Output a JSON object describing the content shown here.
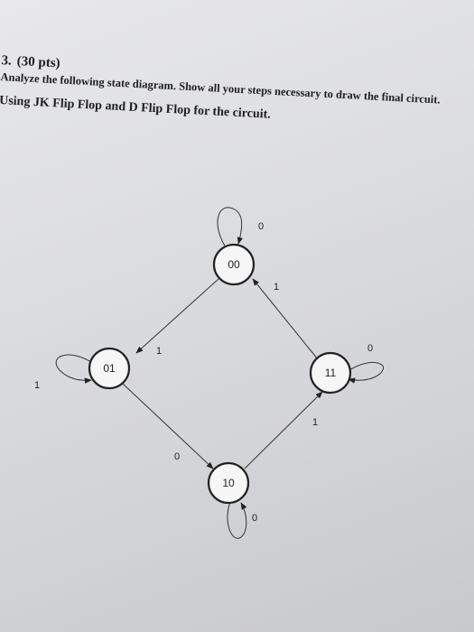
{
  "question": {
    "number": "3.",
    "points": "(30 pts)",
    "line1": "Analyze the following state diagram. Show all your steps necessary to draw the final circuit.",
    "line2": "Using JK Flip Flop and D Flip Flop for the circuit."
  },
  "diagram": {
    "states": [
      {
        "id": "s00",
        "label": "00"
      },
      {
        "id": "s01",
        "label": "01"
      },
      {
        "id": "s10",
        "label": "10"
      },
      {
        "id": "s11",
        "label": "11"
      }
    ],
    "transitions": [
      {
        "from": "00",
        "to": "00",
        "label": "0"
      },
      {
        "from": "00",
        "to": "01",
        "label": "1"
      },
      {
        "from": "01",
        "to": "01",
        "label": "1"
      },
      {
        "from": "01",
        "to": "10",
        "label": "0"
      },
      {
        "from": "10",
        "to": "10",
        "label": "0"
      },
      {
        "from": "10",
        "to": "11",
        "label": "1"
      },
      {
        "from": "11",
        "to": "11",
        "label": "0"
      },
      {
        "from": "11",
        "to": "00",
        "label": "1"
      }
    ]
  }
}
